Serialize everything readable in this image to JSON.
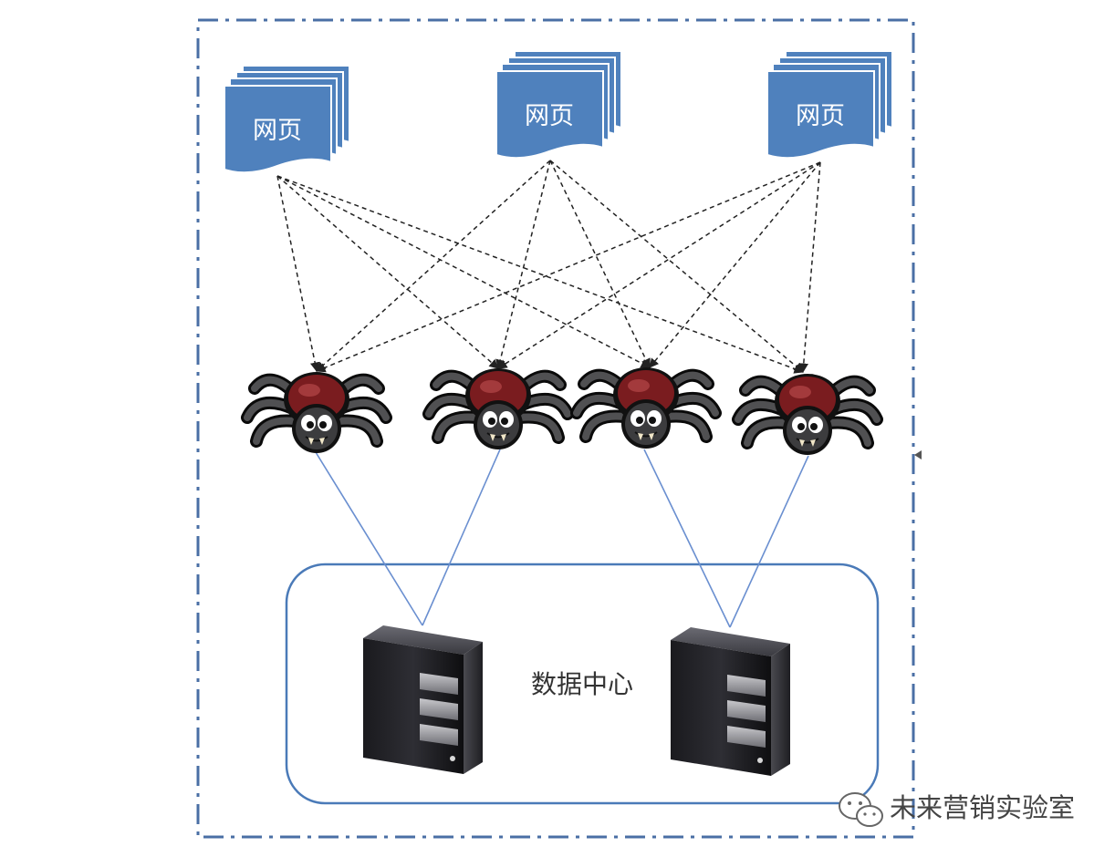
{
  "diagram": {
    "pages": [
      {
        "label": "网页"
      },
      {
        "label": "网页"
      },
      {
        "label": "网页"
      }
    ],
    "spiders": [
      {
        "id": "spider-1"
      },
      {
        "id": "spider-2"
      },
      {
        "id": "spider-3"
      },
      {
        "id": "spider-4"
      }
    ],
    "data_center": {
      "label": "数据中心",
      "servers": 2
    }
  },
  "watermark": {
    "text": "未来营销实验室",
    "icon": "wechat-icon"
  },
  "colors": {
    "page_fill": "#4f81bd",
    "page_stroke": "#ffffff",
    "frame": "#4a6fa5",
    "datacenter_border": "#4a7ab8",
    "link_line": "#6a8fd0",
    "dashed_arrow": "#222222",
    "spider_body": "#3c3c3e",
    "spider_back": "#7a1c1f"
  }
}
